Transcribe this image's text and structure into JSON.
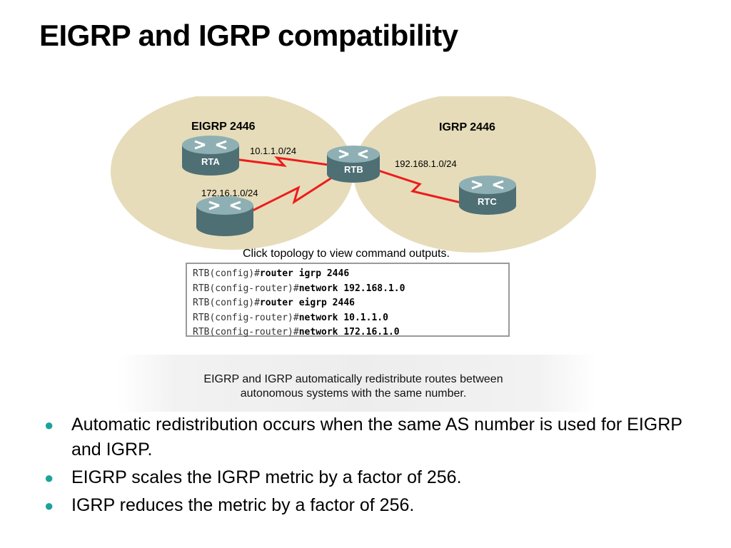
{
  "title": "EIGRP and IGRP compatibility",
  "diagram": {
    "as_left_label": "EIGRP 2446",
    "as_right_label": "IGRP 2446",
    "routers": {
      "rta": "RTA",
      "rtb": "RTB",
      "rtc": "RTC"
    },
    "networks": {
      "rta_rtb": "10.1.1.0/24",
      "rtb_rtc": "192.168.1.0/24",
      "lower": "172.16.1.0/24"
    },
    "click_note": "Click topology to view command outputs.",
    "commands": [
      {
        "prompt": "RTB(config)#",
        "command": "router igrp 2446"
      },
      {
        "prompt": "RTB(config-router)#",
        "command": "network 192.168.1.0"
      },
      {
        "prompt": "RTB(config)#",
        "command": "router eigrp 2446"
      },
      {
        "prompt": "RTB(config-router)#",
        "command": "network 10.1.1.0"
      },
      {
        "prompt": "RTB(config-router)#",
        "command": "network 172.16.1.0"
      }
    ],
    "caption_line1": "EIGRP and IGRP automatically redistribute routes between",
    "caption_line2": "autonomous systems with the same number."
  },
  "bullets": [
    "Automatic redistribution occurs when the same AS number is used for EIGRP and IGRP.",
    "EIGRP scales the IGRP metric by a factor of 256.",
    "IGRP reduces the metric by a factor of 256."
  ],
  "colors": {
    "as_area": "#e6dcba",
    "serial_link": "#ee1c1c",
    "router_top": "#7fa0a4",
    "router_body": "#4e6f74",
    "bullet": "#1aa39a"
  },
  "icons": {
    "router": "router-icon",
    "bullet": "bullet-dot"
  }
}
